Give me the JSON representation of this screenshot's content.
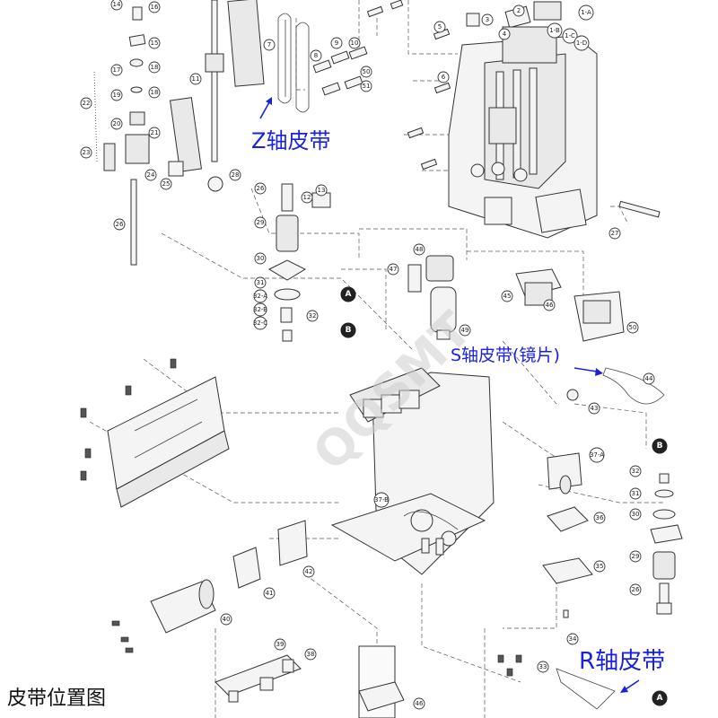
{
  "diagram": {
    "caption": "皮带位置图",
    "watermark": "QQSMT",
    "belt_labels": [
      {
        "id": "z",
        "text": "Z轴皮带"
      },
      {
        "id": "s",
        "text": "S轴皮带(镜片)"
      },
      {
        "id": "r",
        "text": "R轴皮带"
      }
    ],
    "references": [
      "A",
      "B",
      "B",
      "A"
    ],
    "callouts": [
      "14",
      "16",
      "15",
      "17",
      "18",
      "19",
      "18",
      "20",
      "21",
      "22",
      "23",
      "24",
      "25",
      "26",
      "28",
      "11",
      "7",
      "9",
      "10",
      "8",
      "50",
      "51",
      "6",
      "5",
      "3",
      "2",
      "4",
      "1-A",
      "1-B",
      "1-C",
      "1-D",
      "13",
      "12",
      "26",
      "29",
      "30",
      "31",
      "32-A",
      "32-B",
      "32-C",
      "32",
      "48",
      "47",
      "49",
      "45",
      "46",
      "50",
      "27",
      "44",
      "43",
      "37-A",
      "32",
      "31",
      "30",
      "29",
      "26",
      "36",
      "35",
      "34",
      "33",
      "37-B",
      "42",
      "41",
      "40",
      "39",
      "38",
      "46"
    ]
  },
  "colors": {
    "annotation_blue": "#1a22e0",
    "line": "#333333",
    "reference_fill": "#222222"
  }
}
